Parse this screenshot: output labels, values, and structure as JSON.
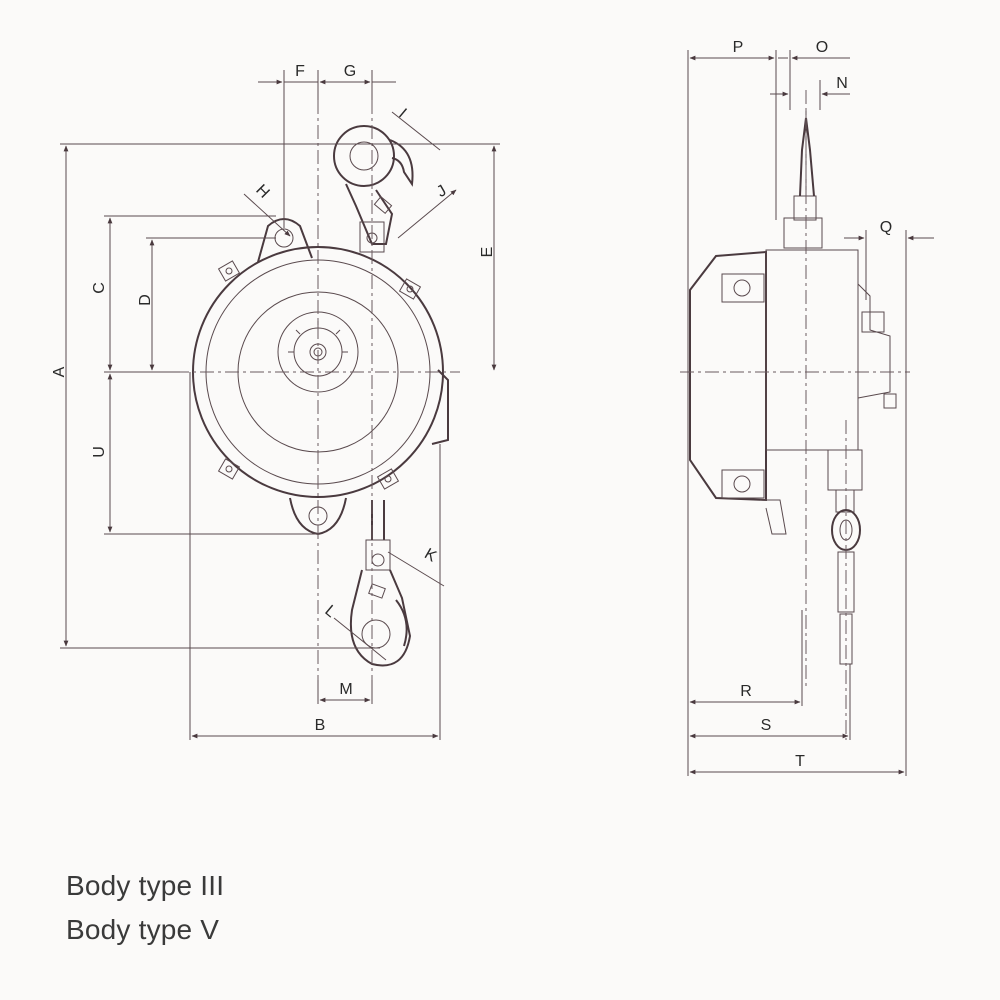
{
  "labels": {
    "A": "A",
    "B": "B",
    "C": "C",
    "D": "D",
    "E": "E",
    "F": "F",
    "G": "G",
    "H": "H",
    "I": "I",
    "J": "J",
    "K": "K",
    "L": "L",
    "M": "M",
    "N": "N",
    "O": "O",
    "P": "P",
    "Q": "Q",
    "R": "R",
    "S": "S",
    "T": "T",
    "U": "U"
  },
  "captions": [
    "Body type III",
    "Body type V"
  ],
  "colors": {
    "line": "#5a4a4e",
    "text": "#2a2a2a",
    "background": "#fbfaf9"
  }
}
